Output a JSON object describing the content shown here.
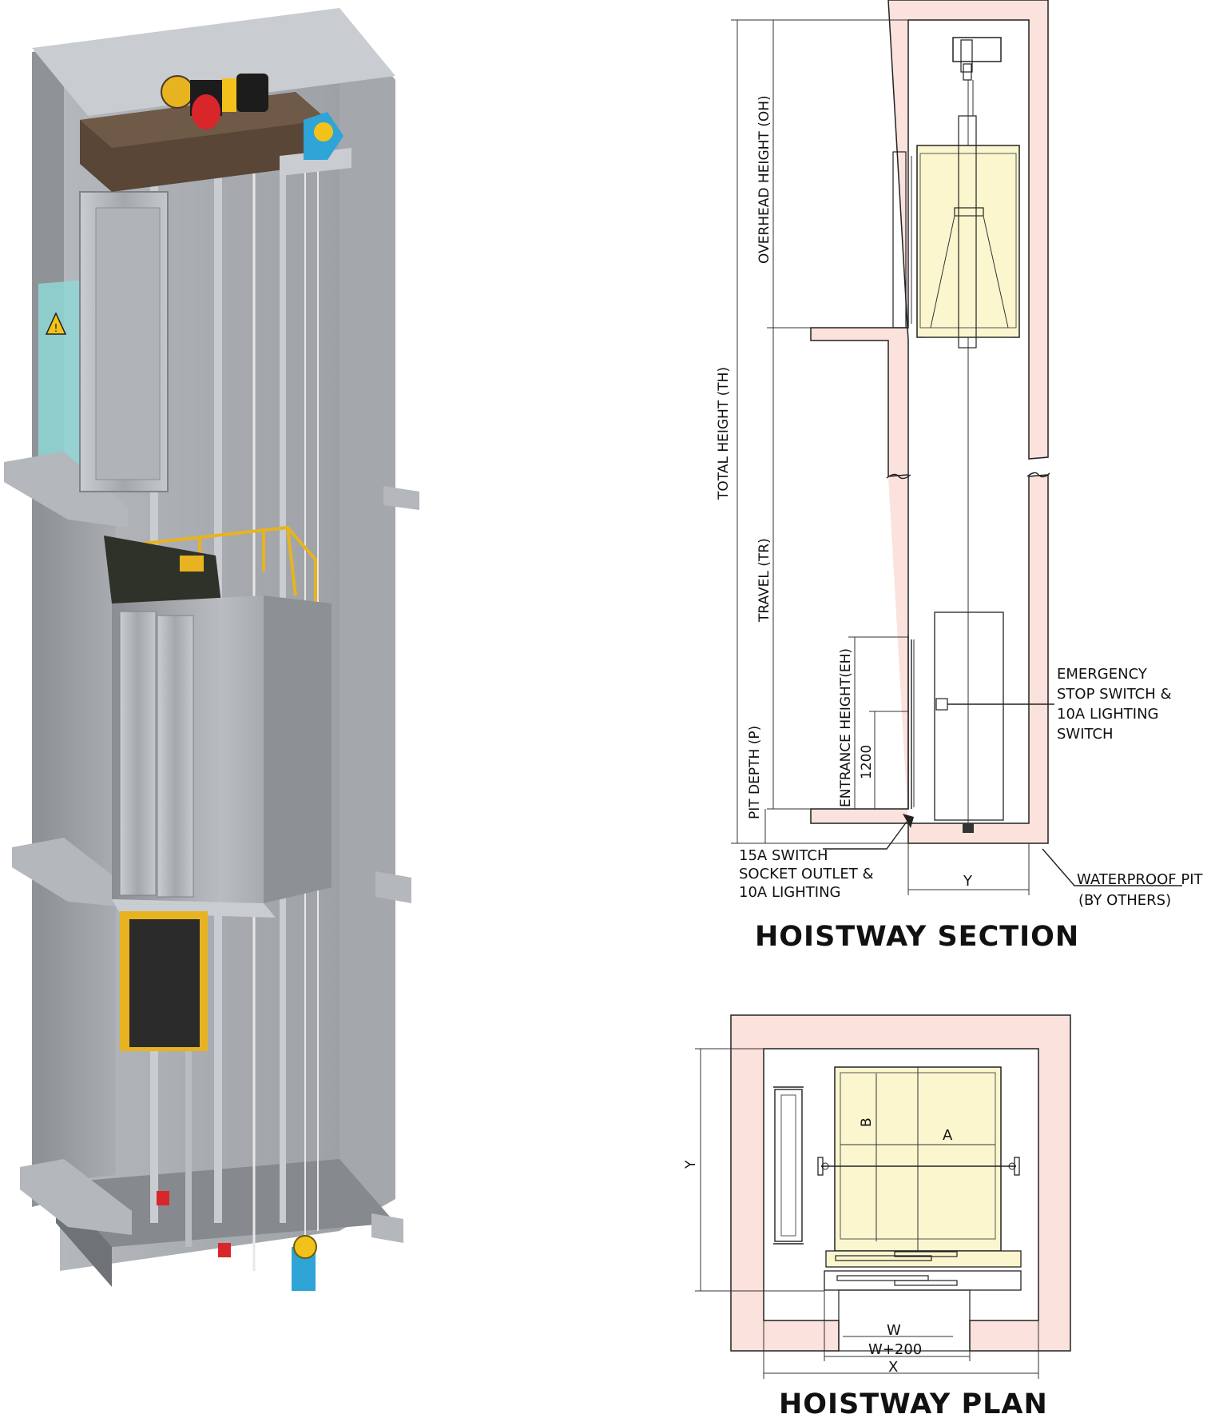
{
  "colors": {
    "wall_fill": "#fbe2dc",
    "wall_stroke": "#222222",
    "car_fill": "#fcf6cf",
    "shaft_concrete": "#9ea2a6",
    "shaft_dark": "#7d8185",
    "beam": "#5a4636",
    "motor_red": "#d9262b",
    "accent_yellow": "#e8b320",
    "accent_blue": "#2fa4d6",
    "glass_cyan": "#8fd7d5"
  },
  "icons": {
    "warning": "warning-icon",
    "motor": "traction-motor-icon",
    "governor": "speed-governor-icon"
  },
  "section": {
    "title": "HOISTWAY  SECTION",
    "total_height": "TOTAL HEIGHT (TH)",
    "overhead_height": "OVERHEAD HEIGHT (OH)",
    "travel": "TRAVEL (TR)",
    "pit_depth": "PIT DEPTH (P)",
    "entrance_height": "ENTRANCE HEIGHT(EH)",
    "dim_1200": "1200",
    "dim_y": "Y",
    "emergency_lines": [
      "EMERGENCY",
      "STOP SWITCH &",
      "10A LIGHTING",
      "SWITCH"
    ],
    "socket_lines": [
      "15A SWITCH",
      "SOCKET OUTLET &",
      "10A LIGHTING"
    ],
    "waterproof_lines": [
      "WATERPROOF PIT",
      "(BY OTHERS)"
    ]
  },
  "plan": {
    "title": "HOISTWAY  PLAN",
    "dim_a": "A",
    "dim_b": "B",
    "dim_y": "Y",
    "dim_w": "W",
    "dim_w200": "W+200",
    "dim_x": "X"
  }
}
